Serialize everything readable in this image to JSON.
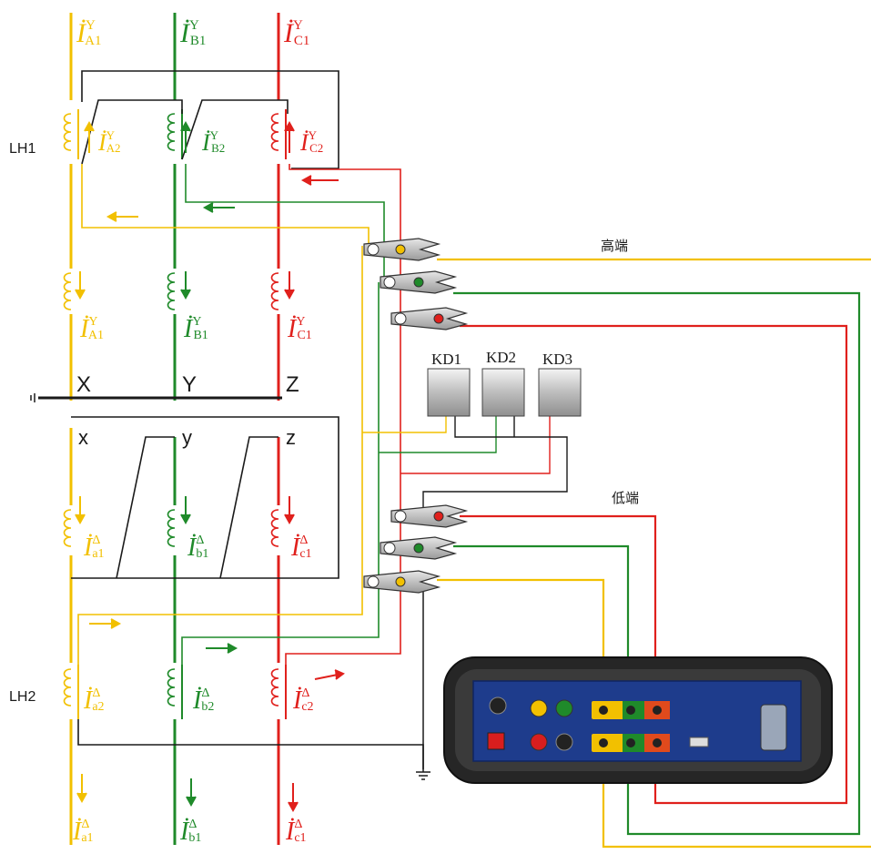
{
  "colors": {
    "phase_a": "#f2c000",
    "phase_b": "#1f8a2a",
    "phase_c": "#e0201c",
    "wire": "#1a1a1a"
  },
  "labels": {
    "lh1": "LH1",
    "lh2": "LH2",
    "X": "X",
    "Y": "Y",
    "Z": "Z",
    "x": "x",
    "y": "y",
    "z": "z",
    "high_side": "高端",
    "low_side": "低端",
    "kd1": "KD1",
    "kd2": "KD2",
    "kd3": "KD3"
  },
  "currents": {
    "top": [
      {
        "sym": "İ",
        "sub": "A1",
        "sup": "Y"
      },
      {
        "sym": "İ",
        "sub": "B1",
        "sup": "Y"
      },
      {
        "sym": "İ",
        "sub": "C1",
        "sup": "Y"
      }
    ],
    "lh1": [
      {
        "sym": "İ",
        "sub": "A2",
        "sup": "Y"
      },
      {
        "sym": "İ",
        "sub": "B2",
        "sup": "Y"
      },
      {
        "sym": "İ",
        "sub": "C2",
        "sup": "Y"
      }
    ],
    "high_windings": [
      {
        "sym": "İ",
        "sub": "A1",
        "sup": "Y"
      },
      {
        "sym": "İ",
        "sub": "B1",
        "sup": "Y"
      },
      {
        "sym": "İ",
        "sub": "C1",
        "sup": "Y"
      }
    ],
    "low_windings": [
      {
        "sym": "İ",
        "sub": "a1",
        "sup": "Δ"
      },
      {
        "sym": "İ",
        "sub": "b1",
        "sup": "Δ"
      },
      {
        "sym": "İ",
        "sub": "c1",
        "sup": "Δ"
      }
    ],
    "lh2": [
      {
        "sym": "İ",
        "sub": "a2",
        "sup": "Δ"
      },
      {
        "sym": "İ",
        "sub": "b2",
        "sup": "Δ"
      },
      {
        "sym": "İ",
        "sub": "c2",
        "sup": "Δ"
      }
    ],
    "bottom": [
      {
        "sym": "İ",
        "sub": "a1",
        "sup": "Δ"
      },
      {
        "sym": "İ",
        "sub": "b1",
        "sup": "Δ"
      },
      {
        "sym": "İ",
        "sub": "c1",
        "sup": "Δ"
      }
    ]
  },
  "icons": {
    "clamp": "current-clamp-icon",
    "instrument": "tester-panel",
    "ground": "ground-icon"
  }
}
